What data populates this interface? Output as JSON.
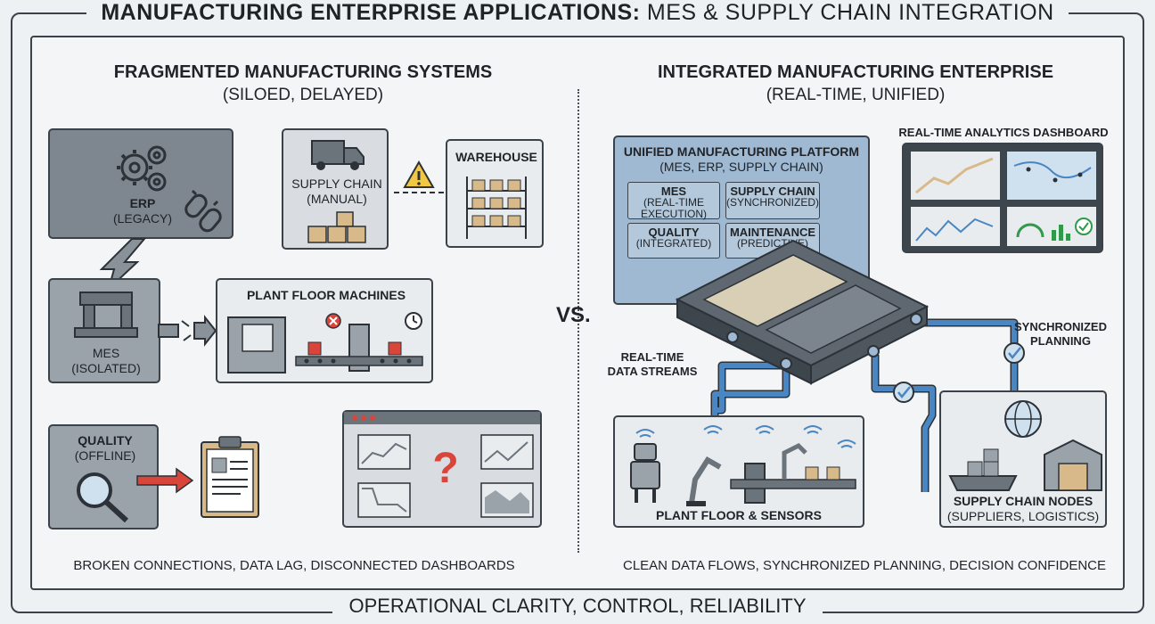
{
  "header": {
    "title_bold": "MANUFACTURING ENTERPRISE APPLICATIONS:",
    "title_rest": " MES & SUPPLY CHAIN INTEGRATION"
  },
  "footer": {
    "title": "OPERATIONAL CLARITY, CONTROL, RELIABILITY"
  },
  "vs_label": "VS.",
  "left": {
    "heading": "FRAGMENTED MANUFACTURING SYSTEMS",
    "subheading": "(SILOED, DELAYED)",
    "erp": {
      "name": "ERP",
      "sub": "(LEGACY)"
    },
    "supply_chain": {
      "name": "SUPPLY CHAIN",
      "sub": "(MANUAL)"
    },
    "warehouse": {
      "name": "WAREHOUSE"
    },
    "mes": {
      "name": "MES",
      "sub": "(ISOLATED)"
    },
    "plant_floor": {
      "name": "PLANT FLOOR MACHINES"
    },
    "quality": {
      "name": "QUALITY",
      "sub": "(OFFLINE)"
    },
    "dashboard_unknown": "?",
    "caption": "BROKEN CONNECTIONS, DATA LAG, DISCONNECTED DASHBOARDS"
  },
  "right": {
    "heading": "INTEGRATED MANUFACTURING ENTERPRISE",
    "subheading": "(REAL-TIME, UNIFIED)",
    "platform": {
      "title": "UNIFIED MANUFACTURING PLATFORM",
      "sub": "(MES, ERP, SUPPLY CHAIN)",
      "modules": [
        {
          "name": "MES",
          "sub1": "(REAL-TIME",
          "sub2": "EXECUTION)"
        },
        {
          "name": "SUPPLY CHAIN",
          "sub1": "(SYNCHRONIZED)",
          "sub2": ""
        },
        {
          "name": "QUALITY",
          "sub1": "(INTEGRATED)",
          "sub2": ""
        },
        {
          "name": "MAINTENANCE",
          "sub1": "(PREDICTIVE)",
          "sub2": ""
        }
      ]
    },
    "analytics": {
      "title": "REAL-TIME ANALYTICS DASHBOARD"
    },
    "streams_label": {
      "line1": "REAL-TIME",
      "line2": "DATA STREAMS"
    },
    "sync_label": {
      "line1": "SYNCHRONIZED",
      "line2": "PLANNING"
    },
    "plant_floor": {
      "name": "PLANT FLOOR & SENSORS"
    },
    "supply_nodes": {
      "name": "SUPPLY CHAIN NODES",
      "sub": "(SUPPLIERS, LOGISTICS)"
    },
    "caption": "CLEAN DATA FLOWS, SYNCHRONIZED PLANNING, DECISION CONFIDENCE"
  },
  "colors": {
    "accent_blue": "#4a86c2",
    "panel_blue": "#9fb9d3",
    "module_blue": "#b4c8db",
    "alert_red": "#d9453b",
    "check_green": "#2e9a4a",
    "warning_yellow": "#f2c744",
    "box_tan": "#d8b98a",
    "grey_panel": "#7e878f",
    "light_grey": "#d9dde1"
  }
}
